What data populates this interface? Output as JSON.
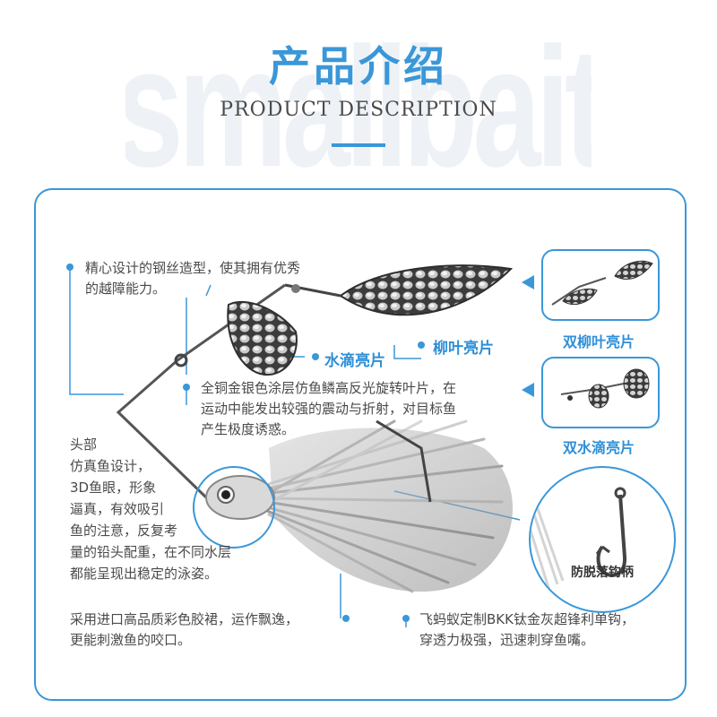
{
  "header": {
    "watermark": "smallbait",
    "title_cn": "产品介绍",
    "title_en": "PRODUCT DESCRIPTION"
  },
  "callouts": {
    "wire": [
      "精心设计的钢丝造型，使其拥有优秀",
      "的越障能力。"
    ],
    "blade_coating": [
      "全铜金银色涂层仿鱼鳞高反光旋转叶片，在",
      "运动中能发出较强的震动与折射，对目标鱼",
      "产生极度诱惑。"
    ],
    "head": [
      "头部",
      "仿真鱼设计，",
      "3D鱼眼，形象",
      "逼真，有效吸引",
      "鱼的注意，反复考",
      "量的铅头配重，在不同水层",
      "都能呈现出稳定的泳姿。"
    ],
    "skirt": [
      "采用进口高品质彩色胶裙，运作飘逸，",
      "更能刺激鱼的咬口。"
    ],
    "hook": [
      "飞蚂蚁定制BKK钛金灰超锋利单钩，",
      "穿透力极强，迅速刺穿鱼嘴。"
    ]
  },
  "labels": {
    "water_drop_blade": "水滴亮片",
    "willow_blade": "柳叶亮片"
  },
  "variants": [
    {
      "label": "双柳叶亮片"
    },
    {
      "label": "双水滴亮片"
    }
  ],
  "hook_detail": {
    "label": "防脱落钩柄"
  },
  "colors": {
    "accent": "#3a97d8",
    "text": "#4a4a4a",
    "watermark": "#eef2f6"
  }
}
